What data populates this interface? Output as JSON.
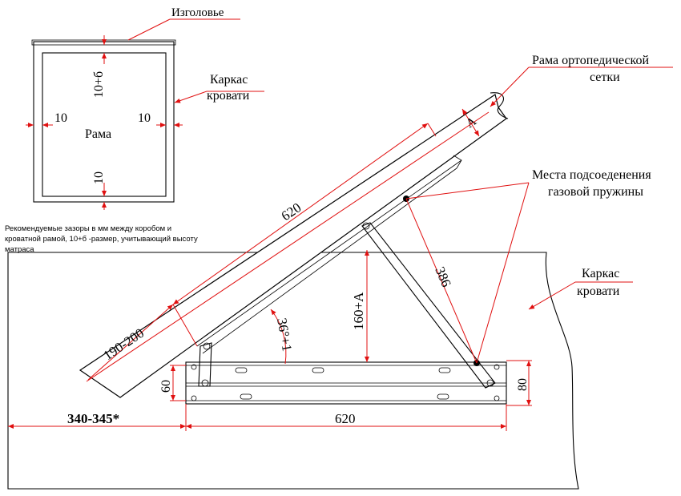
{
  "colors": {
    "dimension": "#e01010",
    "line": "#000000",
    "background": "#ffffff"
  },
  "top_view": {
    "headboard_label": "Изголовье",
    "frame_label": "Рама",
    "carcass_label_line1": "Каркас",
    "carcass_label_line2": "кровати",
    "gap_top": "10+б",
    "gap_left": "10",
    "gap_right": "10",
    "gap_bottom": "10"
  },
  "note": {
    "line1": "Рекомендуемые зазоры в мм между коробом и",
    "line2": "кроватной рамой, 10+б -размер, учитывающий высоту",
    "line3": "матраса"
  },
  "side_view": {
    "ortho_frame_line1": "Рама ортопедической",
    "ortho_frame_line2": "сетки",
    "spring_points_line1": "Места подсоеденения",
    "spring_points_line2": "газовой пружины",
    "carcass_label_line1": "Каркас",
    "carcass_label_line2": "кровати",
    "dim_a": "A",
    "dim_frame_length": "620",
    "dim_end": "190-200",
    "dim_angle": "36°+1",
    "dim_height": "160+A",
    "dim_spring": "386",
    "dim_plate_height": "60",
    "dim_bracket_height": "80",
    "dim_offset": "340-345*",
    "dim_base_length": "620"
  }
}
